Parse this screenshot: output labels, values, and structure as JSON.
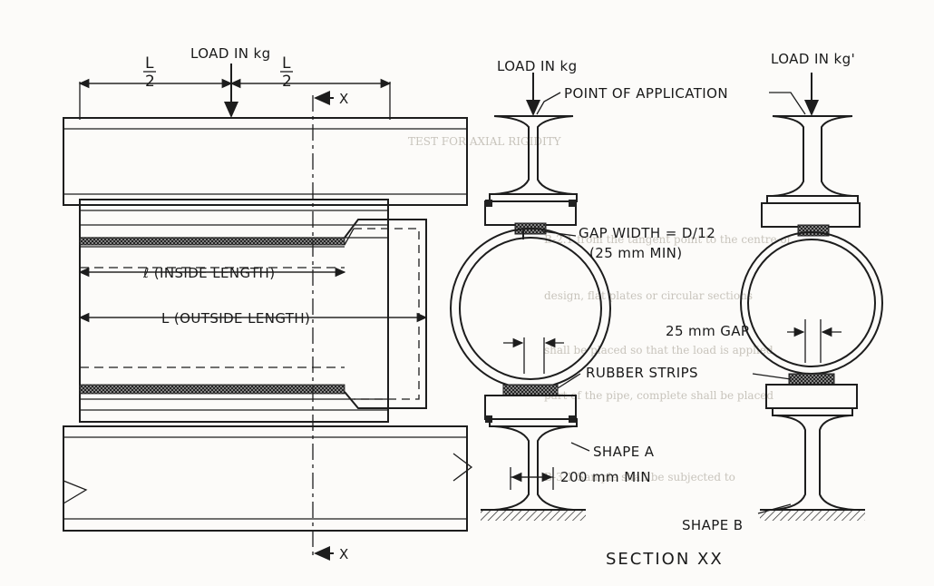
{
  "labels": {
    "load_left": "LOAD IN kg",
    "half_left": "L",
    "half_right": "L",
    "denominator_left": "2",
    "denominator_right": "2",
    "section_mark_top": "X",
    "section_mark_bottom": "X",
    "inside_length": "ℓ (INSIDE LENGTH)",
    "outside_length": "L  (OUTSIDE LENGTH)",
    "load_center": "LOAD IN kg",
    "point_of_application": "POINT OF APPLICATION",
    "load_right": "LOAD IN kg'",
    "gap_width": "GAP WIDTH = D/12",
    "gap_min": "(25 mm MIN)",
    "gap_25": "25 mm GAP",
    "rubber_strips": "RUBBER STRIPS",
    "shape_a": "SHAPE A",
    "min_200": "200 mm MIN",
    "shape_b": "SHAPE B",
    "section_title": "SECTION  XX"
  },
  "colors": {
    "ink": "#1d1d1d",
    "paper": "#fcfbf9"
  }
}
